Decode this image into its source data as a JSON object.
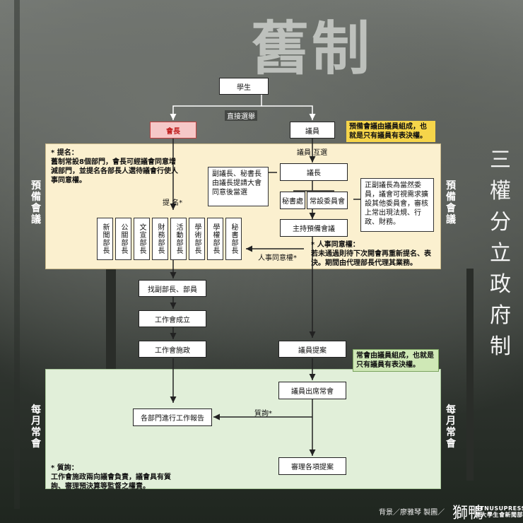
{
  "title": {
    "main": "舊制",
    "side": [
      "三",
      "權",
      "分",
      "立",
      "政",
      "府",
      "制"
    ]
  },
  "sections": {
    "prep_label": "預備會議",
    "monthly_label": "每月常會"
  },
  "nodes": {
    "student": "學生",
    "direct_vote": "直接選舉",
    "president": "會長",
    "council_member": "議員",
    "member_election": "議員 互選",
    "speaker": "議長",
    "deputy_note": "副議長、秘書長由議長提請大會同意後當選",
    "secretariat": "秘書處",
    "standing_committee": "常設委員會",
    "committee_note": "正副議長為當然委員，議會可視需求擴設其他委員會，審核上常出現法規、行政、財務。",
    "preside_prep": "主持預備會議",
    "nominate": "提  名*",
    "personnel_consent": "人事同意權*",
    "recruit": "找副部長、部員",
    "council_formed": "工作會成立",
    "council_operate": "工作會施政",
    "member_proposal": "議員提案",
    "attend_session": "議員出席常會",
    "inquiry": "質詢*",
    "dept_report": "各部門進行工作報告",
    "review": "審理各項提案"
  },
  "ministers": [
    "新聞部長",
    "公關部長",
    "文宣部長",
    "財務部長",
    "活動部長",
    "學術部長",
    "學權部長",
    "秘書部長"
  ],
  "notes": {
    "nomination_title": "* 提名：",
    "nomination_body": "舊制常設8個部門，會長可經議會同意增減部門，並提名各部長人選待議會行使人事同意權。",
    "consent_title": "* 人事同意權：",
    "consent_body": "若未通過則待下次開會再重新提名、表決。期間由代理部長代理其業務。",
    "inquiry_title": "* 質詢：",
    "inquiry_body": "工作會施政兩向議會負責，議會具有質詢、審理預決算等監督之權責。"
  },
  "tags": {
    "prep_tag": "預備會議由議員組成，也就是只有議員有表決權。",
    "monthly_tag": "常會由議員組成，也就是只有議員有表決權。"
  },
  "credits": {
    "text": "背景／廖雅琴  製圖／",
    "logo": "獅鴨",
    "press_en": "NTNUSUPRESS",
    "press_zh": "師大學生會新聞部"
  },
  "colors": {
    "yellow_panel": "#fbf0cf",
    "green_panel": "#e1efd9",
    "president": "#f6c8c8",
    "tag_yellow": "#f6d54a",
    "tag_green": "#cfe8b6"
  }
}
